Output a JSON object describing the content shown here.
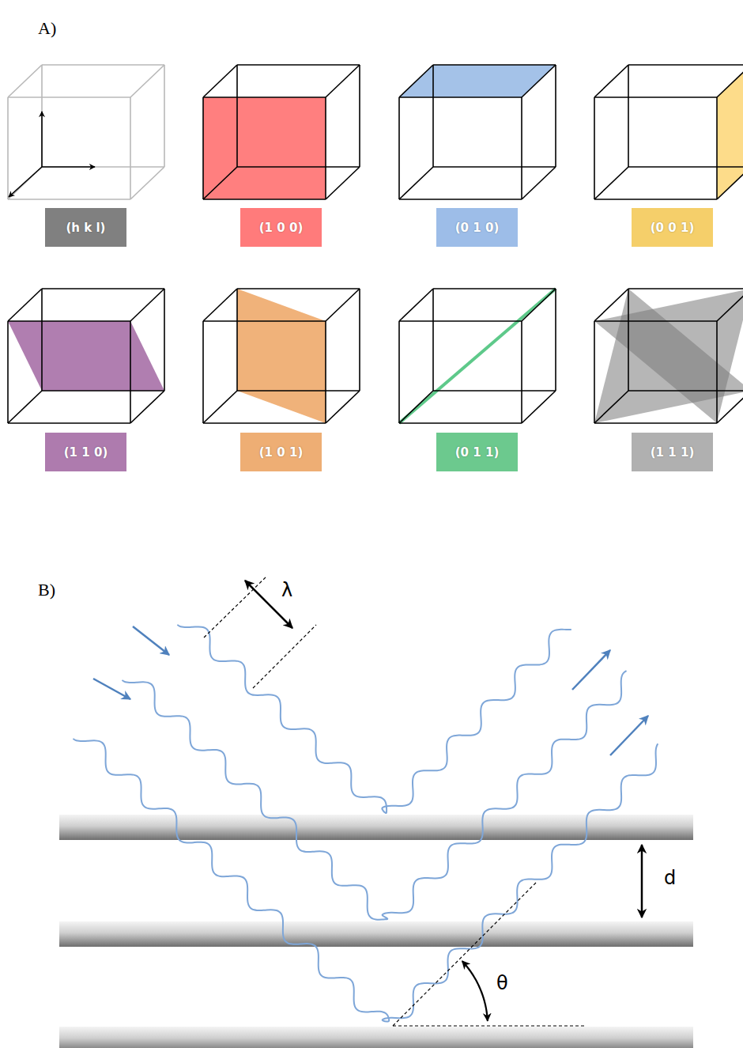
{
  "diagram": {
    "nodes": [
      {
        "text": [
          "(h k l)"
        ]
      },
      {
        "text": [
          "(1 0 0)"
        ]
      },
      {
        "text": [
          "(0 1 0)"
        ]
      },
      {
        "text": [
          "(0 0 1)"
        ]
      },
      {
        "text": [
          "(1 1 0)"
        ]
      },
      {
        "text": [
          "(1 0 1)"
        ]
      },
      {
        "text": [
          "(0 1 1)"
        ]
      },
      {
        "text": [
          "(1 1 1)"
        ]
      }
    ],
    "labels": [
      "A)",
      "B)",
      "λ",
      "d",
      "θ"
    ]
  }
}
